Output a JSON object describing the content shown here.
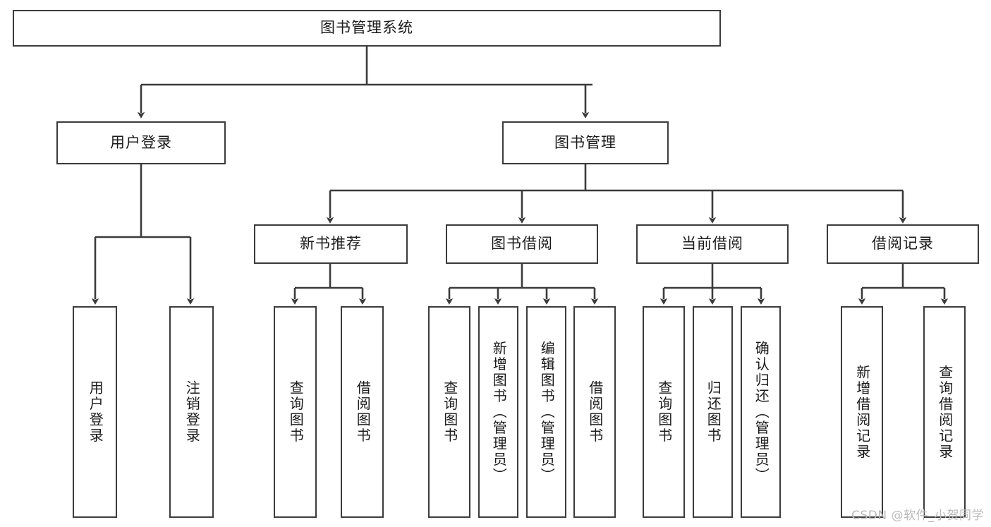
{
  "diagram": {
    "title": "图书管理系统",
    "type": "tree-hierarchy",
    "background_color": "#ffffff",
    "stroke_color": "#3b3b3d",
    "node_fill": "#ffffff",
    "text_color": "#1b1b1b"
  },
  "nodes": {
    "root": {
      "label": "图书管理系统"
    },
    "level1": [
      {
        "label": "用户登录"
      },
      {
        "label": "图书管理"
      }
    ],
    "level2": [
      {
        "label": "新书推荐"
      },
      {
        "label": "图书借阅"
      },
      {
        "label": "当前借阅"
      },
      {
        "label": "借阅记录"
      }
    ],
    "leaves": {
      "user_login": [
        {
          "label": "用户登录"
        },
        {
          "label": "注销登录"
        }
      ],
      "new_book_recommend": [
        {
          "label": "查询图书"
        },
        {
          "label": "借阅图书"
        }
      ],
      "book_borrow": [
        {
          "label": "查询图书"
        },
        {
          "label": "新增图书（管理员）"
        },
        {
          "label": "编辑图书（管理员）"
        },
        {
          "label": "借阅图书"
        }
      ],
      "current_borrow": [
        {
          "label": "查询图书"
        },
        {
          "label": "归还图书"
        },
        {
          "label": "确认归还（管理员）"
        }
      ],
      "borrow_record": [
        {
          "label": "新增借阅记录"
        },
        {
          "label": "查询借阅记录"
        }
      ]
    }
  },
  "watermark": {
    "text": "CSDN @软件_小贺同学"
  }
}
